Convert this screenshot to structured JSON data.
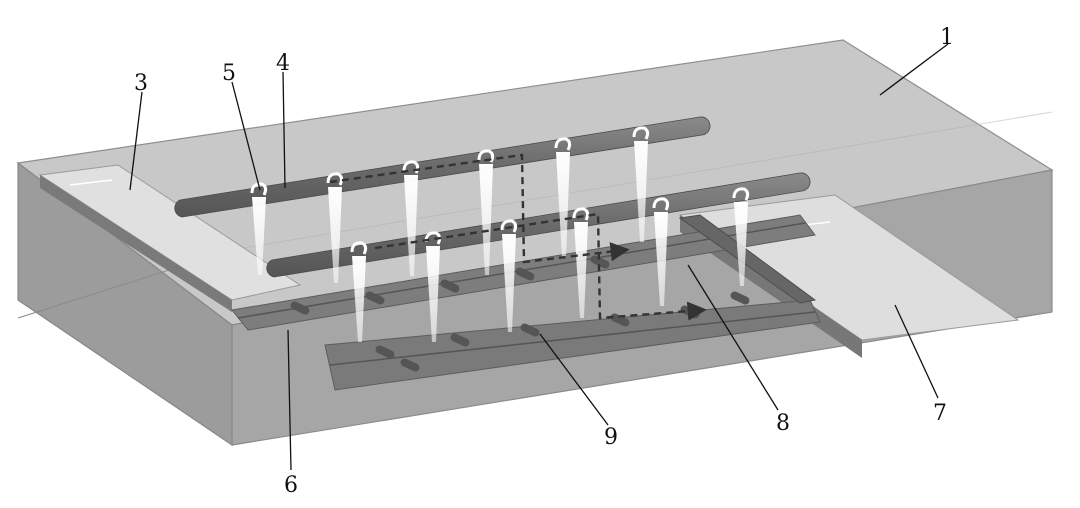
{
  "figure": {
    "labels": {
      "l1": "1",
      "l3": "3",
      "l4": "4",
      "l5": "5",
      "l6": "6",
      "l7": "7",
      "l8": "8",
      "l9": "9"
    }
  },
  "colors": {
    "box_top": "#c9c9c9",
    "box_front": "#a9a9a9",
    "box_side": "#9a9a9a",
    "pipe": "#6e6e6e",
    "tray": "#7b7b7b",
    "plate": "#e2e2e2",
    "spray": "#ffffff",
    "flow_arrow": "#333333"
  }
}
